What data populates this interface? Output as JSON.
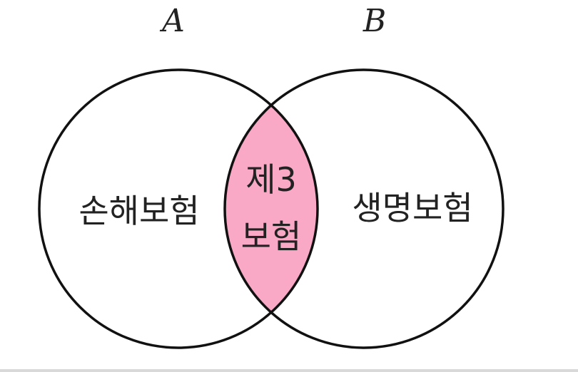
{
  "sets": {
    "a": {
      "label": "A"
    },
    "b": {
      "label": "B"
    }
  },
  "regions": {
    "a_only": "손해보험",
    "b_only": "생명보험",
    "intersection_line1": "제3",
    "intersection_line2": "보험"
  },
  "colors": {
    "intersection_fill": "#f9a8c6",
    "outline": "#111111",
    "background": "#ffffff"
  }
}
